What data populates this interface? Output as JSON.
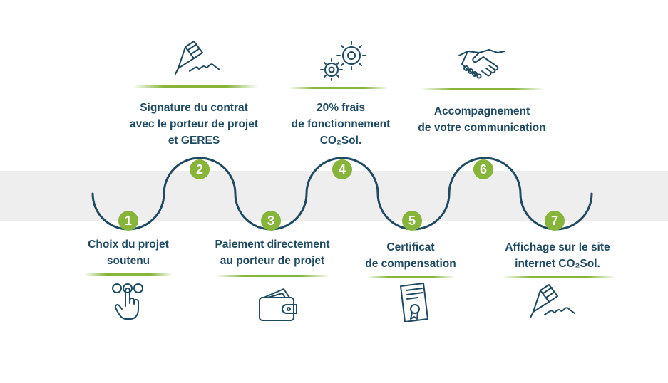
{
  "colors": {
    "navy": "#1e4a62",
    "green": "#86b53a",
    "band": "#efeeef"
  },
  "steps": [
    {
      "number": "1",
      "lines": [
        "Choix du projet",
        "soutenu"
      ],
      "icon": "touch-hand-icon"
    },
    {
      "number": "2",
      "lines": [
        "Signature du contrat",
        "avec le porteur de projet",
        "et GERES"
      ],
      "icon": "signing-pen-icon"
    },
    {
      "number": "3",
      "lines": [
        "Paiement directement",
        "au porteur de projet"
      ],
      "icon": "wallet-icon"
    },
    {
      "number": "4",
      "lines": [
        "20% frais",
        "de fonctionnement",
        "CO₂Sol."
      ],
      "icon": "gears-icon"
    },
    {
      "number": "5",
      "lines": [
        "Certificat",
        "de compensation"
      ],
      "icon": "certificate-icon"
    },
    {
      "number": "6",
      "lines": [
        "Accompagnement",
        "de votre communication"
      ],
      "icon": "handshake-icon"
    },
    {
      "number": "7",
      "lines": [
        "Affichage sur le site",
        "internet CO₂Sol."
      ],
      "icon": "signing-pen-icon"
    }
  ]
}
